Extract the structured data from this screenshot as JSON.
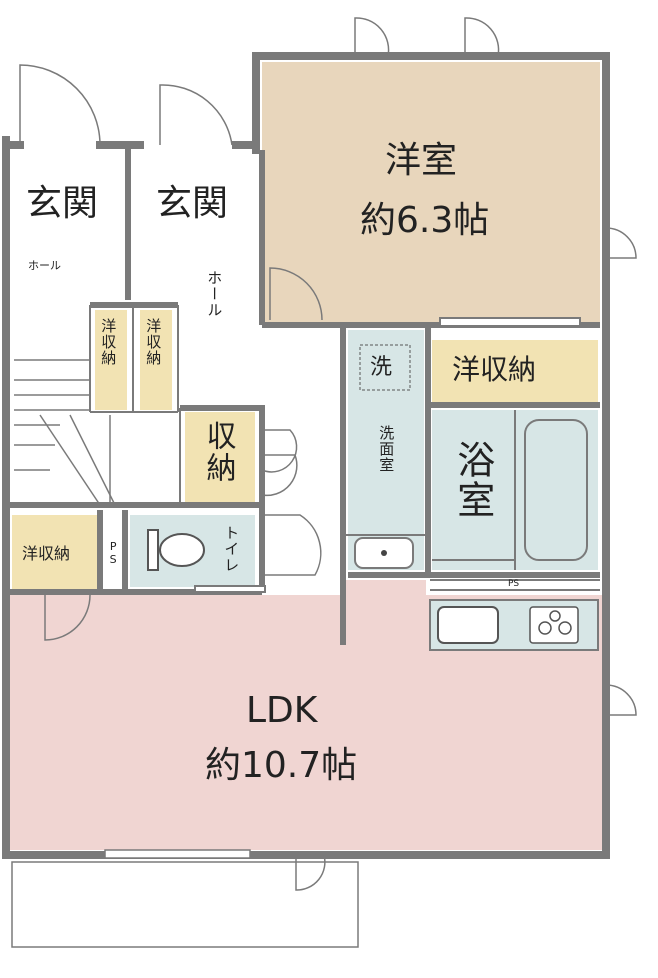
{
  "rooms": {
    "entrance_left": "玄関",
    "entrance_right": "玄関",
    "hall_left": "ホール",
    "hall_right": "ホール",
    "western_room_name": "洋室",
    "western_room_size": "約6.3帖",
    "closet_western": "洋収納",
    "closet_small_a": "洋収納",
    "closet_small_b": "洋収納",
    "storage": "収納",
    "washroom": "洗面室",
    "washer_mark": "洗",
    "bathroom": "浴室",
    "toilet": "トイレ",
    "closet_lower_left": "洋収納",
    "ps_left": "PS",
    "ps_right": "PS",
    "ldk_name": "LDK",
    "ldk_size": "約10.7帖"
  },
  "colors": {
    "wall": "#7a7a7a",
    "western_room": "#e8d6bc",
    "closet": "#f2e3b3",
    "wet_area": "#d7e6e6",
    "ldk": "#f0d5d2",
    "hall": "#ffffff"
  }
}
